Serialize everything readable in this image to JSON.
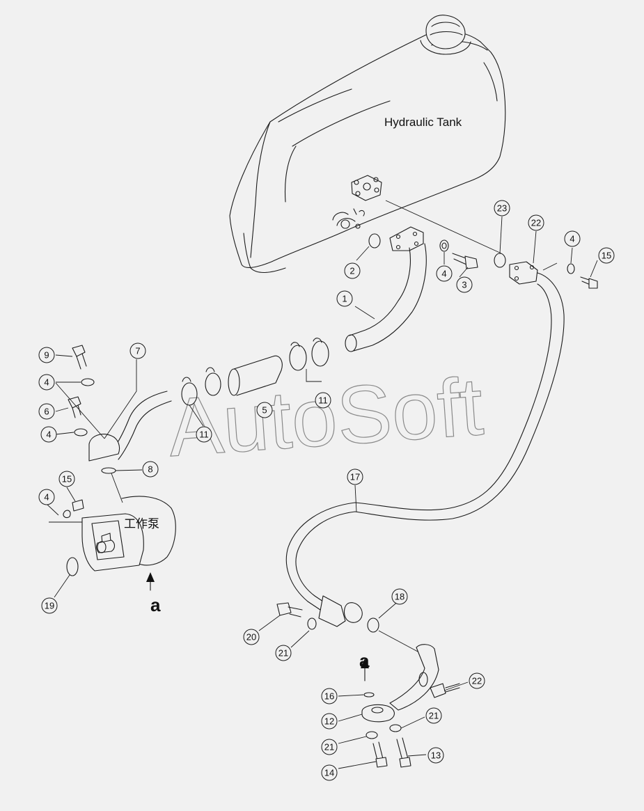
{
  "labels": {
    "tank": "Hydraulic Tank",
    "pump": "工作泵",
    "view_marker": "a",
    "watermark": "AutoSoft"
  },
  "callouts": [
    {
      "id": "c1",
      "text": "1"
    },
    {
      "id": "c2",
      "text": "2"
    },
    {
      "id": "c3",
      "text": "3"
    },
    {
      "id": "c4a",
      "text": "4"
    },
    {
      "id": "c23",
      "text": "23"
    },
    {
      "id": "c22a",
      "text": "22"
    },
    {
      "id": "c4b",
      "text": "4"
    },
    {
      "id": "c15a",
      "text": "15"
    },
    {
      "id": "c9",
      "text": "9"
    },
    {
      "id": "c7",
      "text": "7"
    },
    {
      "id": "c4c",
      "text": "4"
    },
    {
      "id": "c6",
      "text": "6"
    },
    {
      "id": "c4d",
      "text": "4"
    },
    {
      "id": "c11a",
      "text": "11"
    },
    {
      "id": "c5",
      "text": "5"
    },
    {
      "id": "c11b",
      "text": "11"
    },
    {
      "id": "c8",
      "text": "8"
    },
    {
      "id": "c15b",
      "text": "15"
    },
    {
      "id": "c4e",
      "text": "4"
    },
    {
      "id": "c19",
      "text": "19"
    },
    {
      "id": "c17",
      "text": "17"
    },
    {
      "id": "c18",
      "text": "18"
    },
    {
      "id": "c20",
      "text": "20"
    },
    {
      "id": "c21a",
      "text": "21"
    },
    {
      "id": "c22b",
      "text": "22"
    },
    {
      "id": "c16",
      "text": "16"
    },
    {
      "id": "c12",
      "text": "12"
    },
    {
      "id": "c21b",
      "text": "21"
    },
    {
      "id": "c21c",
      "text": "21"
    },
    {
      "id": "c13",
      "text": "13"
    },
    {
      "id": "c14",
      "text": "14"
    }
  ]
}
